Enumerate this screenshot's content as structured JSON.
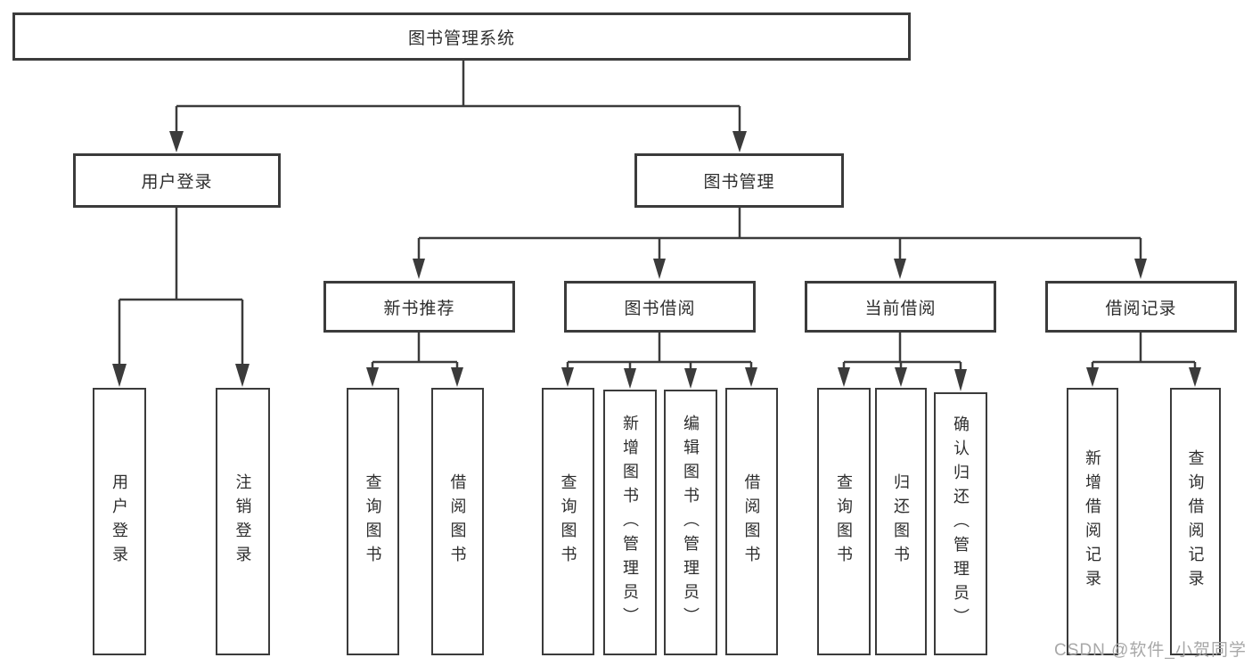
{
  "diagram": {
    "root": {
      "label": "图书管理系统"
    },
    "branches": [
      {
        "label": "用户登录",
        "children": [
          {
            "label": "用户登录"
          },
          {
            "label": "注销登录"
          }
        ]
      },
      {
        "label": "图书管理",
        "groups": [
          {
            "label": "新书推荐",
            "children": [
              {
                "label": "查询图书"
              },
              {
                "label": "借阅图书"
              }
            ]
          },
          {
            "label": "图书借阅",
            "children": [
              {
                "label": "查询图书"
              },
              {
                "label": "新增图书（管理员）"
              },
              {
                "label": "编辑图书（管理员）"
              },
              {
                "label": "借阅图书"
              }
            ]
          },
          {
            "label": "当前借阅",
            "children": [
              {
                "label": "查询图书"
              },
              {
                "label": "归还图书"
              },
              {
                "label": "确认归还（管理员）"
              }
            ]
          },
          {
            "label": "借阅记录",
            "children": [
              {
                "label": "新增借阅记录"
              },
              {
                "label": "查询借阅记录"
              }
            ]
          }
        ]
      }
    ]
  },
  "watermark": {
    "text": "CSDN @软件_小贺同学"
  },
  "colors": {
    "line": "#3b3b3b",
    "text": "#2e2e2e",
    "background": "#ffffff",
    "watermark": "#a8a8a8"
  }
}
